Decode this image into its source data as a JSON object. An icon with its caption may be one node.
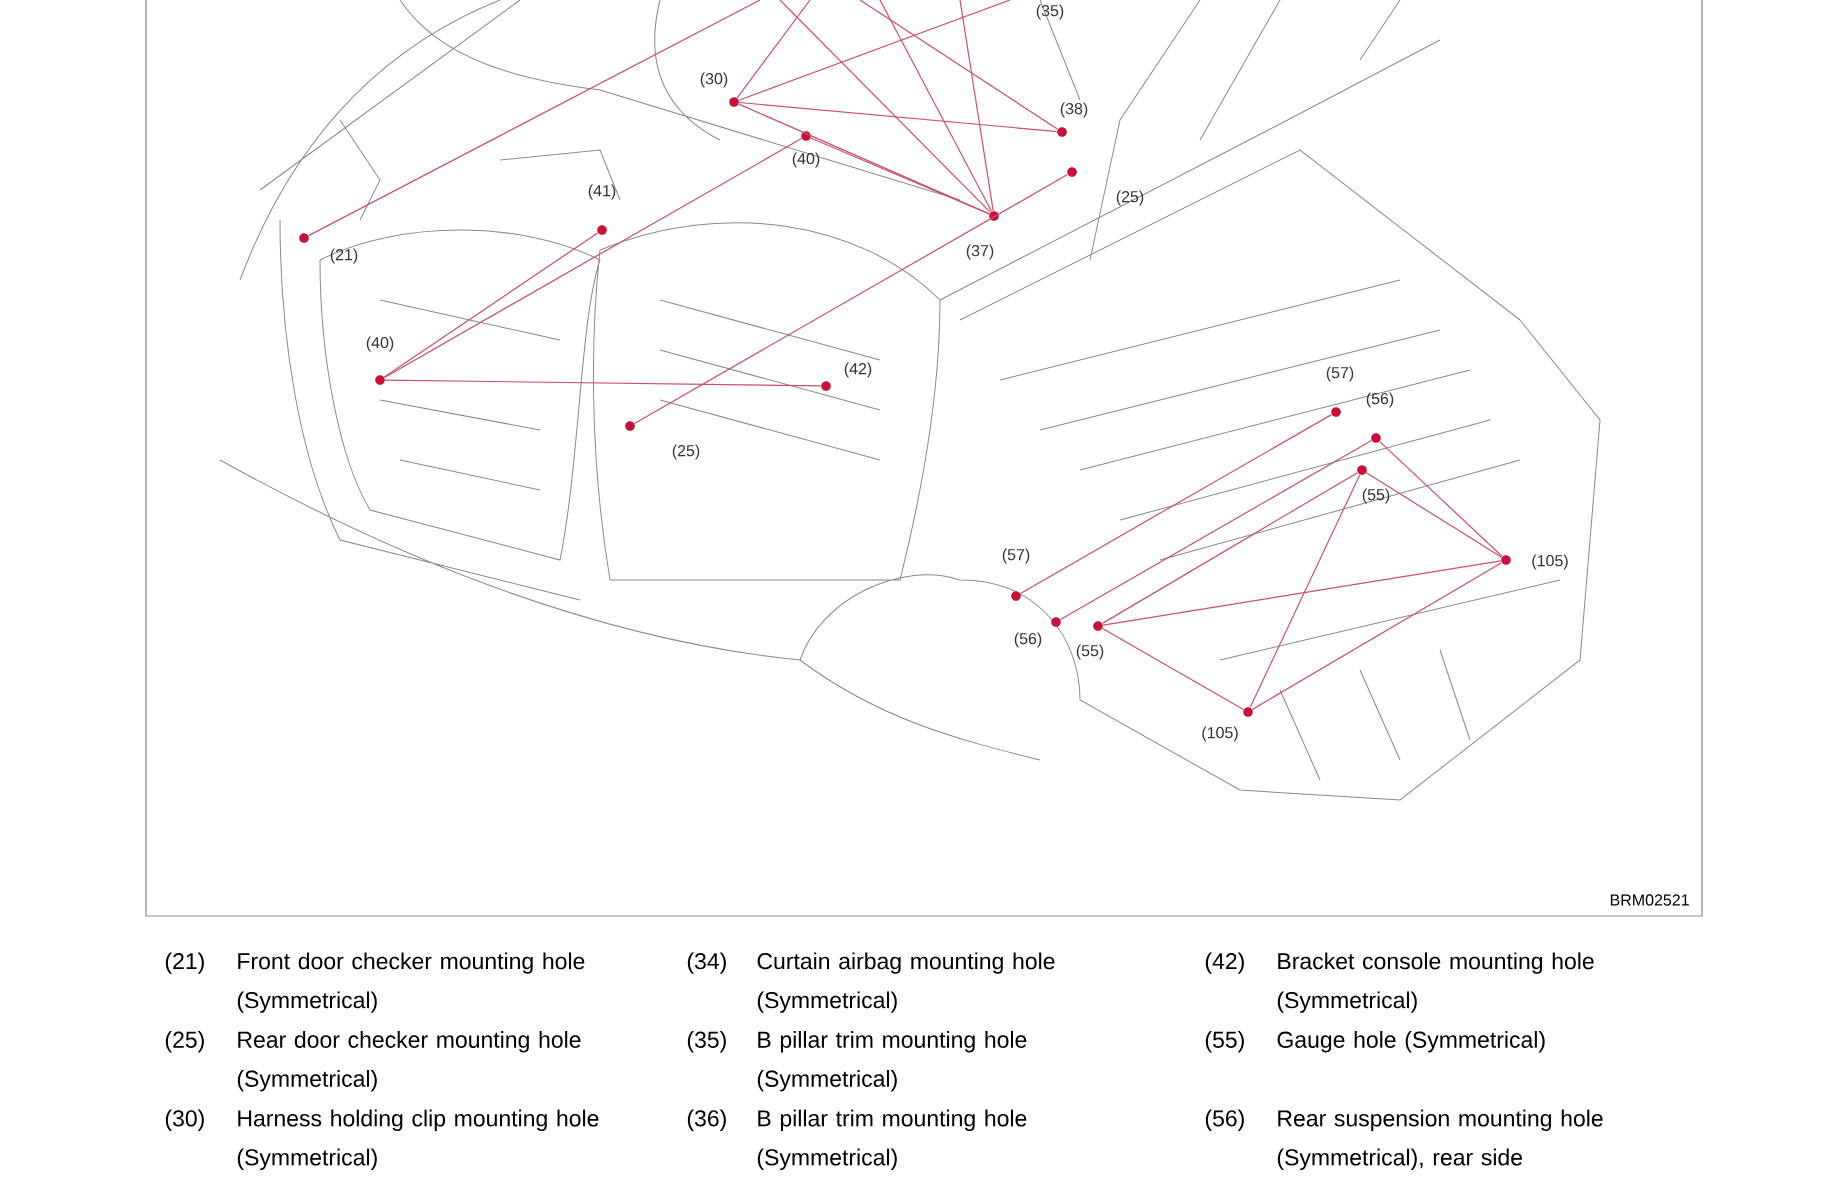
{
  "diagram": {
    "nodes": [
      {
        "text": [
          "(30)"
        ]
      },
      {
        "text": [
          "(38)"
        ]
      },
      {
        "text": [
          "(40)"
        ]
      },
      {
        "text": [
          "(25)"
        ]
      },
      {
        "text": [
          "(41)"
        ]
      },
      {
        "text": [
          "(37)"
        ]
      },
      {
        "text": [
          "(21)"
        ]
      },
      {
        "text": [
          "(40)"
        ]
      },
      {
        "text": [
          "(42)"
        ]
      },
      {
        "text": [
          "(25)"
        ]
      },
      {
        "text": [
          "(57)"
        ]
      },
      {
        "text": [
          "(56)"
        ]
      },
      {
        "text": [
          "(55)"
        ]
      },
      {
        "text": [
          "(105)"
        ]
      },
      {
        "text": [
          "(57)"
        ]
      },
      {
        "text": [
          "(56)"
        ]
      },
      {
        "text": [
          "(55)"
        ]
      },
      {
        "text": [
          "(105)"
        ]
      }
    ],
    "edges": [
      {
        "from": 0,
        "to": 1,
        "arrow": "none"
      },
      {
        "from": 0,
        "to": 5,
        "arrow": "none"
      },
      {
        "from": 2,
        "to": 5,
        "arrow": "none"
      },
      {
        "from": 7,
        "to": 4,
        "arrow": "none"
      },
      {
        "from": 7,
        "to": 2,
        "arrow": "none"
      },
      {
        "from": 7,
        "to": 8,
        "arrow": "none"
      },
      {
        "from": 9,
        "to": 3,
        "arrow": "none"
      },
      {
        "from": 14,
        "to": 10,
        "arrow": "none"
      },
      {
        "from": 15,
        "to": 11,
        "arrow": "none"
      },
      {
        "from": 16,
        "to": 12,
        "arrow": "none"
      },
      {
        "from": 16,
        "to": 13,
        "arrow": "none"
      },
      {
        "from": 16,
        "to": 17,
        "arrow": "none"
      },
      {
        "from": 12,
        "to": 13,
        "arrow": "none"
      },
      {
        "from": 11,
        "to": 13,
        "arrow": "none"
      },
      {
        "from": 12,
        "to": 17,
        "arrow": "none"
      },
      {
        "from": 17,
        "to": 13,
        "arrow": "none"
      },
      {
        "from": null,
        "to": 6,
        "arrow": "none"
      },
      {
        "from": null,
        "to": 0,
        "arrow": "none"
      },
      {
        "from": null,
        "to": 0,
        "arrow": "none"
      },
      {
        "from": null,
        "to": 5,
        "arrow": "none"
      },
      {
        "from": null,
        "to": 5,
        "arrow": "none"
      },
      {
        "from": null,
        "to": 5,
        "arrow": "none"
      },
      {
        "from": null,
        "to": 1,
        "arrow": "none"
      }
    ],
    "labels": [
      "(35)",
      "BRM02521",
      "(21)",
      "Front door checker mounting hole (Symmetrical)",
      "(34)",
      "Curtain airbag mounting hole (Symmetrical)",
      "(42)",
      "Bracket console mounting hole (Symmetrical)",
      "(25)",
      "Rear door checker mounting hole (Symmetrical)",
      "(35)",
      "B pillar trim mounting hole (Symmetrical)",
      "(55)",
      "Gauge hole (Symmetrical)",
      "(30)",
      "Harness holding clip mounting hole (Symmetrical)",
      "(36)",
      "B pillar trim mounting hole (Symmetrical)",
      "(56)",
      "Rear suspension mounting hole (Symmetrical), rear side"
    ]
  }
}
